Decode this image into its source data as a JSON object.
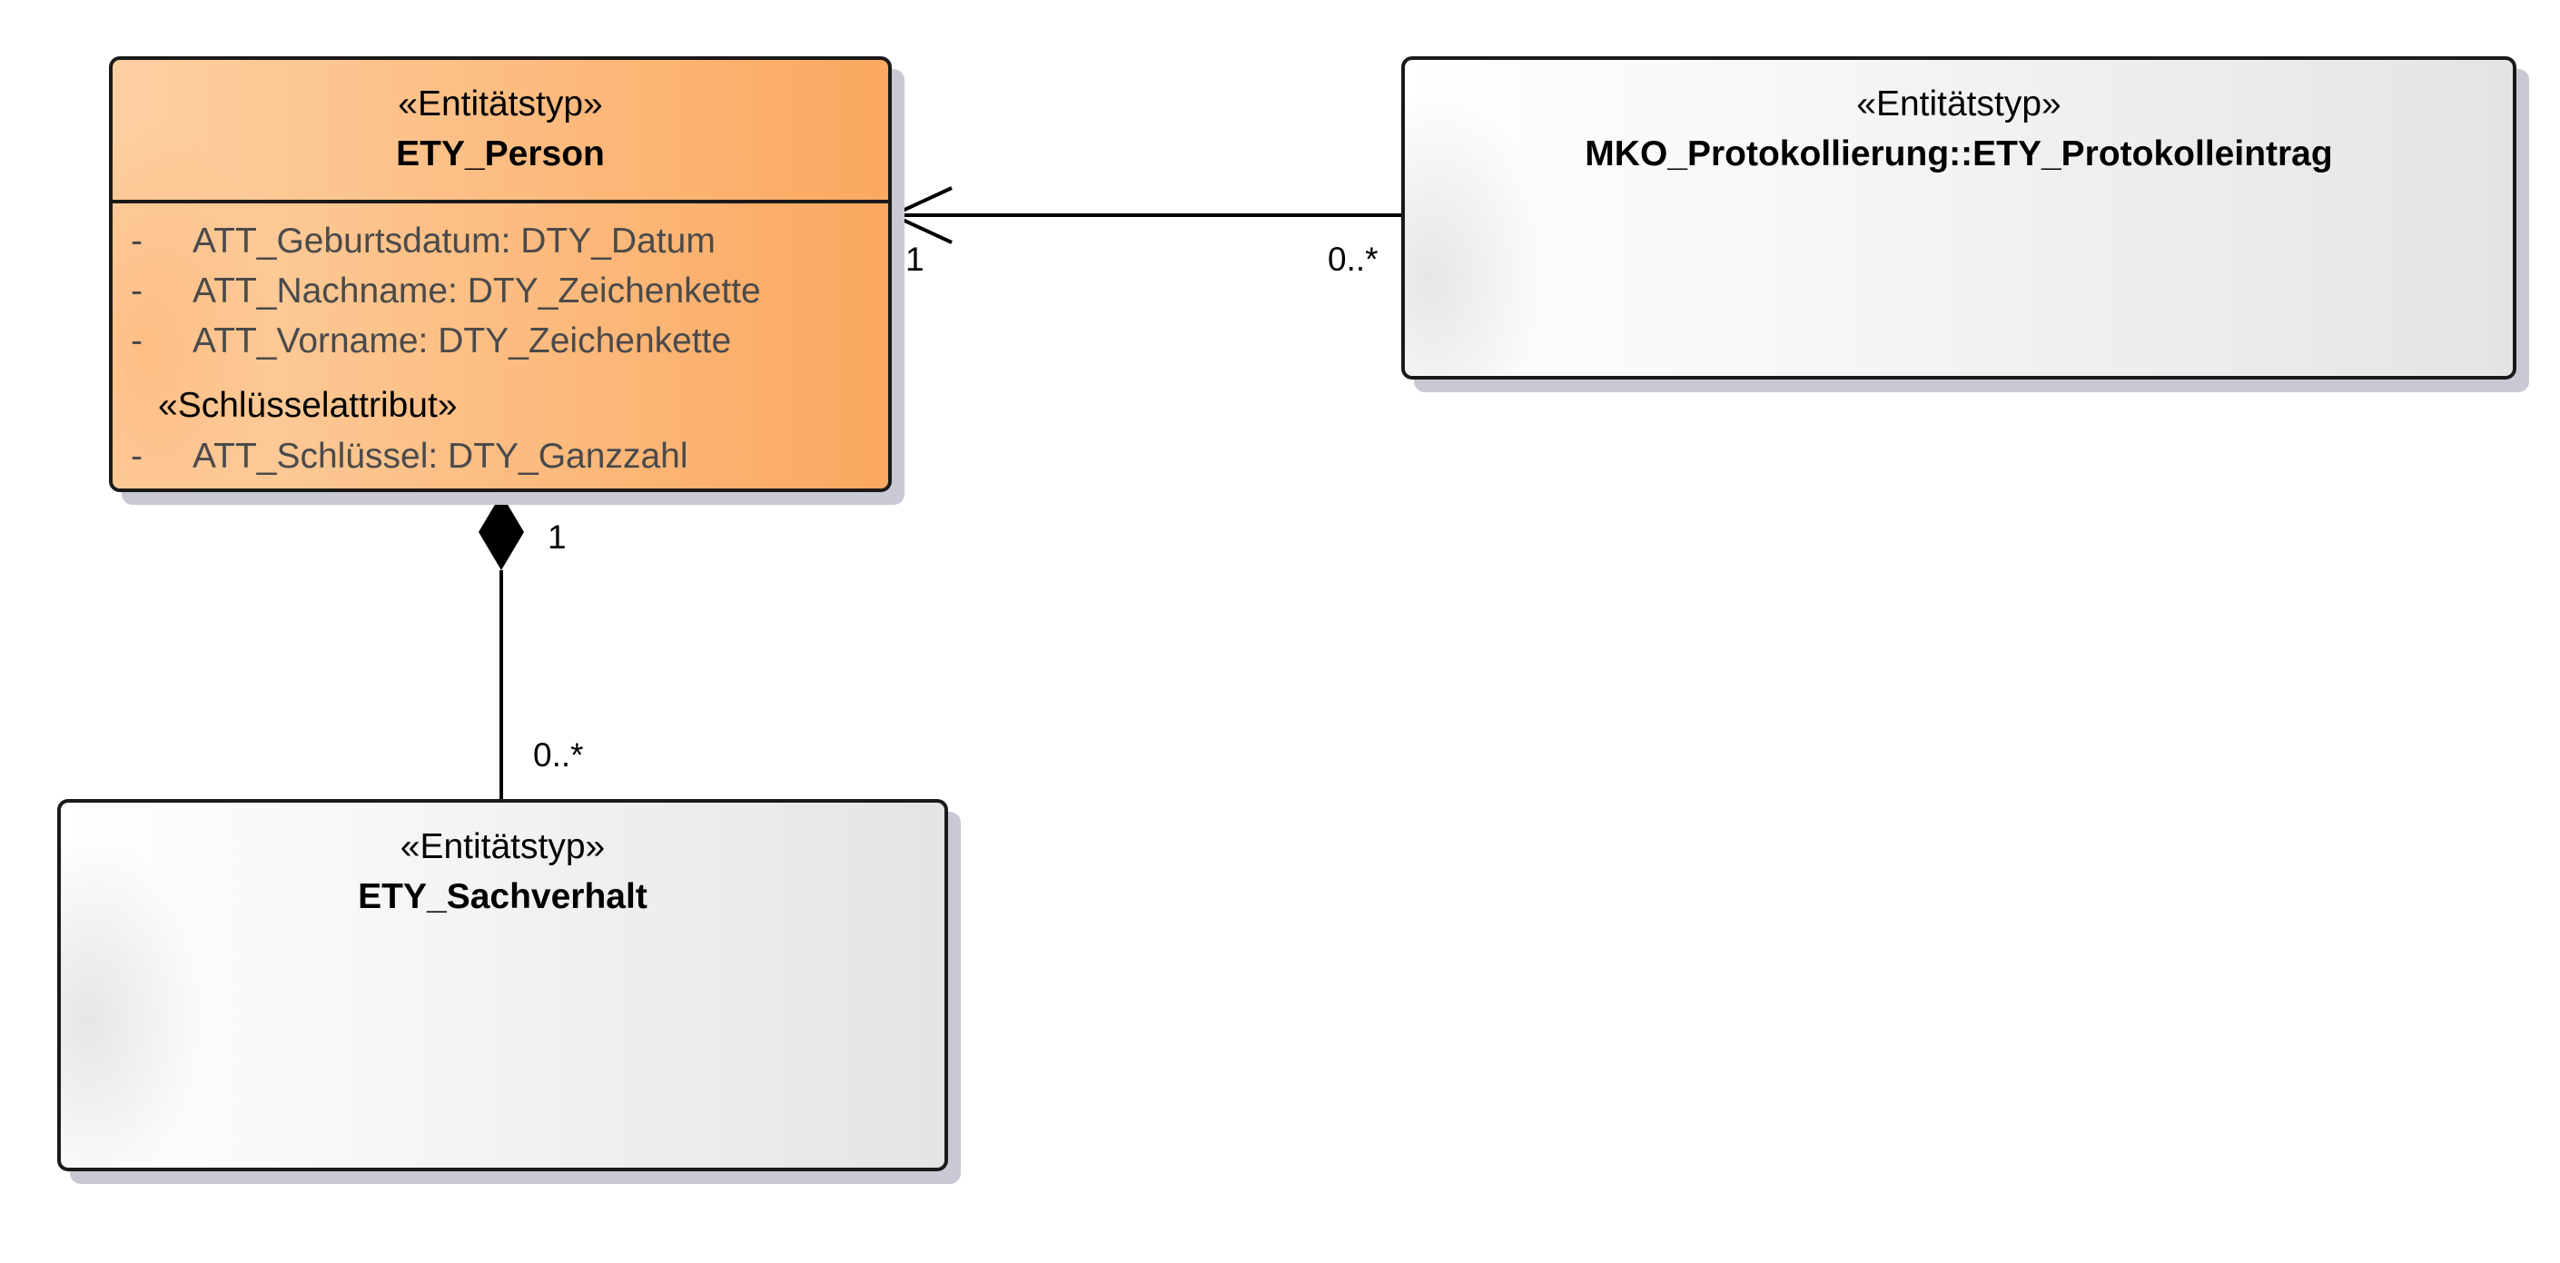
{
  "classes": {
    "person": {
      "stereotype": "«Entitätstyp»",
      "name": "ETY_Person",
      "attributes": [
        {
          "visibility": "-",
          "text": "ATT_Geburtsdatum: DTY_Datum"
        },
        {
          "visibility": "-",
          "text": "ATT_Nachname: DTY_Zeichenkette"
        },
        {
          "visibility": "-",
          "text": "ATT_Vorname: DTY_Zeichenkette"
        }
      ],
      "key_stereotype": "«Schlüsselattribut»",
      "key_attributes": [
        {
          "visibility": "-",
          "text": "ATT_Schlüssel: DTY_Ganzzahl"
        }
      ],
      "fill": "#fcbf85"
    },
    "protokolleintrag": {
      "stereotype": "«Entitätstyp»",
      "name": "MKO_Protokollierung::ETY_Protokolleintrag"
    },
    "sachverhalt": {
      "stereotype": "«Entitätstyp»",
      "name": "ETY_Sachverhalt"
    }
  },
  "associations": {
    "person_protokolleintrag": {
      "type": "navigable-association",
      "source_multiplicity": "0..*",
      "target_multiplicity": "1"
    },
    "person_sachverhalt": {
      "type": "composition",
      "whole_multiplicity": "1",
      "part_multiplicity": "0..*"
    }
  }
}
